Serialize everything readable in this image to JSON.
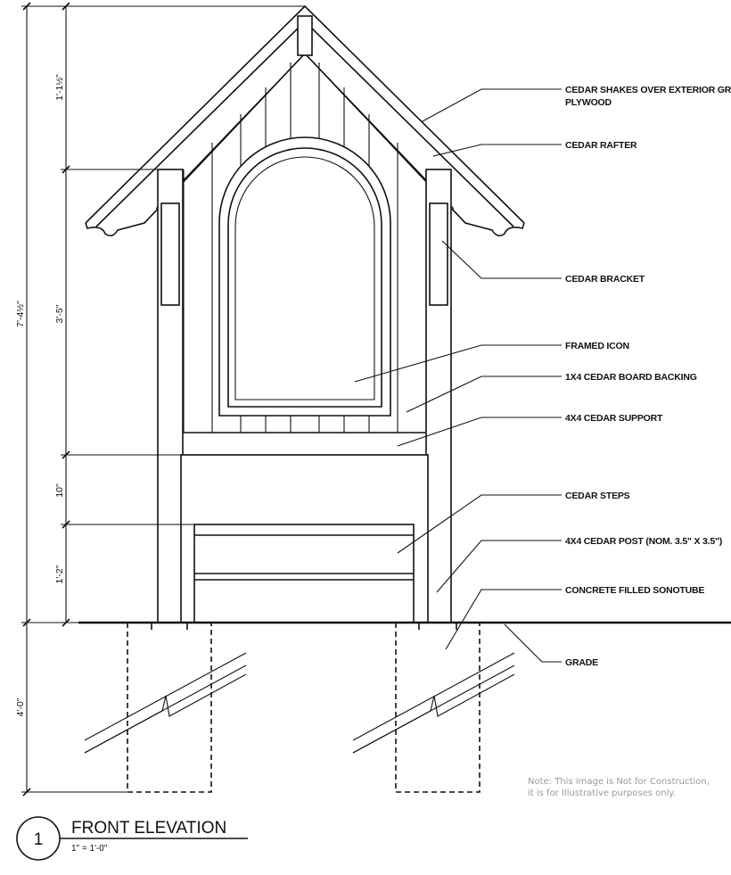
{
  "labels": {
    "shakes_line1": "CEDAR SHAKES OVER EXTERIOR GRADE",
    "shakes_line2": "PLYWOOD",
    "rafter": "CEDAR RAFTER",
    "bracket": "CEDAR BRACKET",
    "framed_icon": "FRAMED ICON",
    "board_backing": "1X4 CEDAR BOARD BACKING",
    "support": "4X4 CEDAR SUPPORT",
    "steps": "CEDAR STEPS",
    "post": "4X4 CEDAR POST (NOM. 3.5\" X 3.5\")",
    "sonotube": "CONCRETE FILLED SONOTUBE",
    "grade": "GRADE"
  },
  "dimensions": {
    "roof": "1'-1½\"",
    "upper": "3'-5\"",
    "overall": "7'-4½\"",
    "seat": "10\"",
    "steps": "1'-2\"",
    "footing": "4'-0\""
  },
  "note": {
    "line1": "Note: This image is Not for Construction,",
    "line2": "it is for Illustrative purposes only."
  },
  "title_block": {
    "number": "1",
    "title": "FRONT ELEVATION",
    "scale": "1\" = 1'-0\""
  }
}
